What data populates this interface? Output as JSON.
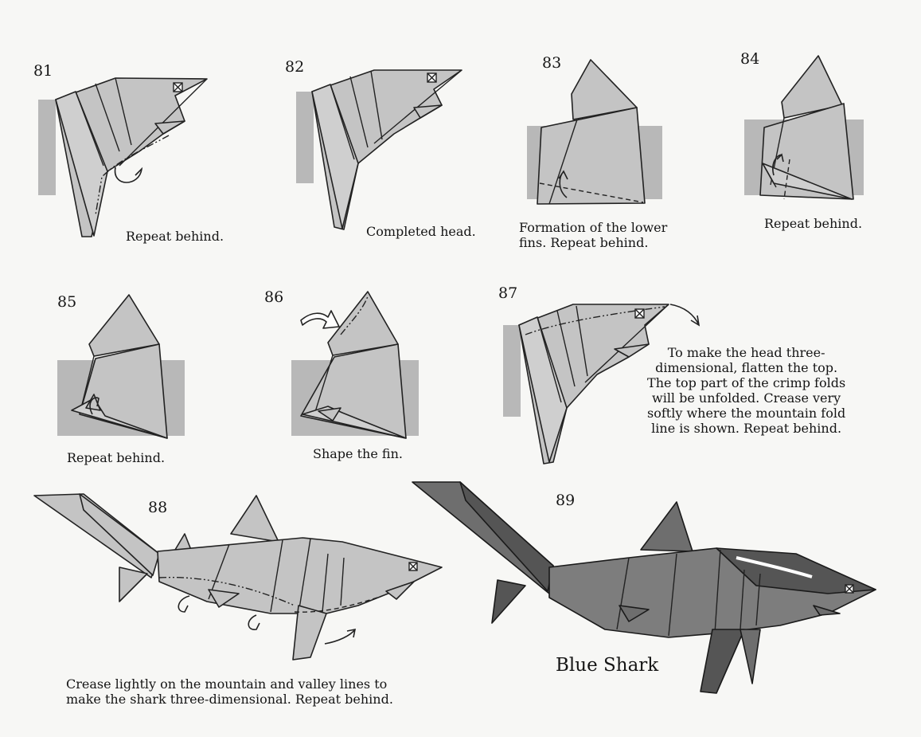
{
  "steps": [
    {
      "number": "81",
      "caption": "Repeat behind."
    },
    {
      "number": "82",
      "caption": "Completed head."
    },
    {
      "number": "83",
      "caption": "Formation of the lower\nfins. Repeat behind."
    },
    {
      "number": "84",
      "caption": "Repeat behind."
    },
    {
      "number": "85",
      "caption": "Repeat behind."
    },
    {
      "number": "86",
      "caption": "Shape the fin."
    },
    {
      "number": "87",
      "caption": "To make the head three-\ndimensional, flatten the top.\nThe top part of the crimp folds\nwill be unfolded. Crease very\nsoftly where the mountain fold\nline is shown. Repeat behind."
    },
    {
      "number": "88",
      "caption": "Crease lightly on the mountain and valley lines to\nmake the shark three-dimensional. Repeat behind."
    },
    {
      "number": "89",
      "caption": "Blue Shark"
    }
  ],
  "colors": {
    "paper": "#c4c4c4",
    "paper_dark": "#6e6e6e",
    "background": "#f7f7f5"
  },
  "icons": [
    "fold-arrow-icon",
    "hollow-arrow-icon",
    "mountain-fold-line",
    "valley-fold-line",
    "eye-mark"
  ]
}
